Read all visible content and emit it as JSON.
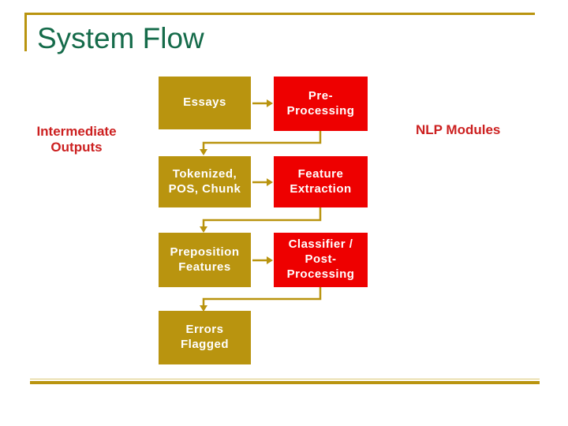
{
  "title": "System Flow",
  "labels": {
    "left": "Intermediate\nOutputs",
    "right": "NLP Modules"
  },
  "boxes": [
    {
      "id": "essays",
      "label": "Essays",
      "color": "gold"
    },
    {
      "id": "pre-processing",
      "label": "Pre-\nProcessing",
      "color": "red"
    },
    {
      "id": "tokenized-pos-chunk",
      "label": "Tokenized,\nPOS, Chunk",
      "color": "gold"
    },
    {
      "id": "feature-extraction",
      "label": "Feature\nExtraction",
      "color": "red"
    },
    {
      "id": "preposition-features",
      "label": "Preposition\nFeatures",
      "color": "gold"
    },
    {
      "id": "classifier-post-processing",
      "label": "Classifier /\nPost-\nProcessing",
      "color": "red"
    },
    {
      "id": "errors-flagged",
      "label": "Errors\nFlagged",
      "color": "gold"
    }
  ],
  "colors": {
    "gold": "#B9940F",
    "red": "#EE0000",
    "title_green": "#156B4A",
    "label_red": "#CC2020",
    "box_text": "#FFFFFF"
  }
}
